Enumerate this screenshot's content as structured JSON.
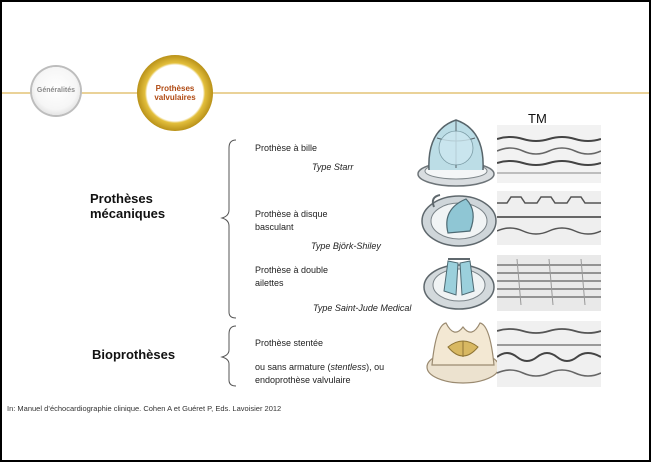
{
  "nav": {
    "generalites": "Généralités",
    "protheses_line1": "Prothèses",
    "protheses_line2": "valvulaires"
  },
  "tm_label": "TM",
  "groups": {
    "mechanical_line1": "Prothèses",
    "mechanical_line2": "mécaniques",
    "bio": "Bioprothèses"
  },
  "items": {
    "bille": "Prothèse à bille",
    "bille_type": "Type Starr",
    "disque_line1": "Prothèse à disque",
    "disque_line2": "basculant",
    "disque_type": "Type Björk-Shiley",
    "ailettes_line1": "Prothèse à double",
    "ailettes_line2": "ailettes",
    "ailettes_type": "Type Saint-Jude Medical",
    "stentee": "Prothèse stentée",
    "stentless_a": "ou sans armature (",
    "stentless_b": "stentless",
    "stentless_c": "), ou",
    "endo": "endoprothèse valvulaire"
  },
  "citation": "In: Manuel d’échocardiographie clinique. Cohen A et Guéret P, Eds. Lavoisier 2012",
  "colors": {
    "frame": "#000000",
    "header_line": "#d4a531",
    "gold_ring": "#a47b08",
    "active_text": "#b04a13",
    "inactive_text": "#8a8a8a"
  }
}
